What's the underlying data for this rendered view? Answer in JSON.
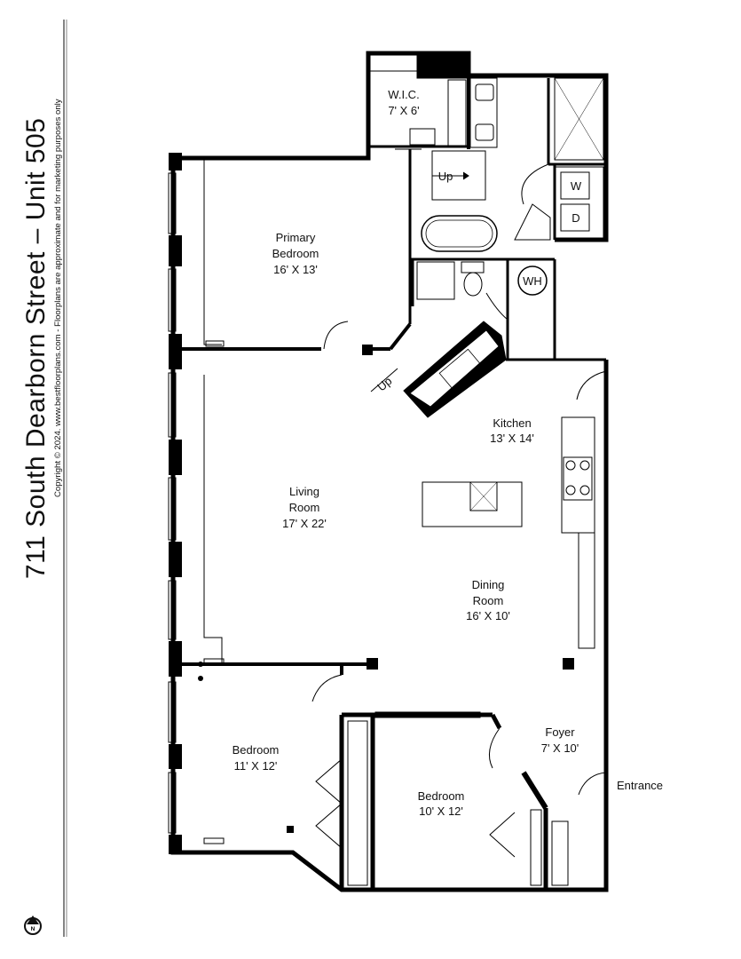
{
  "title": "711 South Dearborn Street – Unit 505",
  "copyright": "Copyright © 2024. www.bestfloorplans.com - Floorplans are approximate and for marketing purposes only",
  "north_marker": "N",
  "rooms": {
    "wic": {
      "name": "W.I.C.",
      "size": "7' X 6'"
    },
    "primary_bedroom": {
      "line1": "Primary",
      "line2": "Bedroom",
      "size": "16' X 13'"
    },
    "kitchen": {
      "name": "Kitchen",
      "size": "13' X 14'"
    },
    "living_room": {
      "line1": "Living",
      "line2": "Room",
      "size": "17' X 22'"
    },
    "dining_room": {
      "line1": "Dining",
      "line2": "Room",
      "size": "16' X 10'"
    },
    "bedroom_left": {
      "name": "Bedroom",
      "size": "11' X 12'"
    },
    "bedroom_mid": {
      "name": "Bedroom",
      "size": "10' X 12'"
    },
    "foyer": {
      "name": "Foyer",
      "size": "7' X 10'"
    }
  },
  "labels": {
    "entrance": "Entrance",
    "up_top": "Up",
    "up_mid": "Up",
    "washer": "W",
    "dryer": "D",
    "water_heater": "WH"
  }
}
